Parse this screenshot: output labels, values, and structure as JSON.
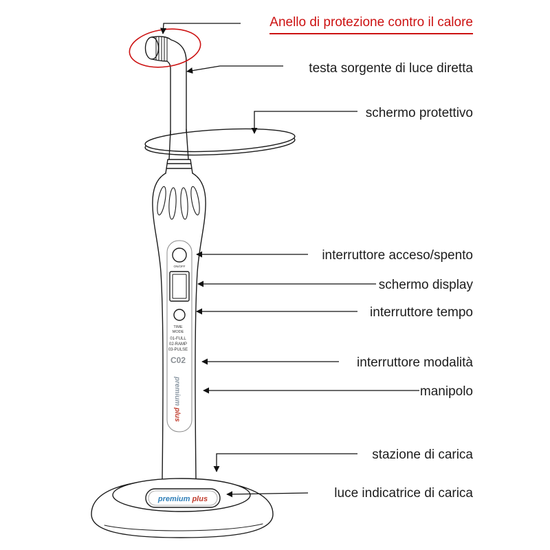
{
  "figure": {
    "title_note": "dental curing light parts diagram",
    "annotation_color": "#cc1111",
    "labels": [
      {
        "id": "heat-ring",
        "text": "Anello di protezione contro il calore"
      },
      {
        "id": "head",
        "text": "testa sorgente di luce diretta"
      },
      {
        "id": "shield",
        "text": "schermo protettivo"
      },
      {
        "id": "onoff",
        "text": "interruttore acceso/spento"
      },
      {
        "id": "display",
        "text": "schermo display"
      },
      {
        "id": "time",
        "text": "interruttore tempo"
      },
      {
        "id": "mode",
        "text": "interruttore modalità"
      },
      {
        "id": "handpiece",
        "text": "manipolo"
      },
      {
        "id": "station",
        "text": "stazione di carica"
      },
      {
        "id": "indicator",
        "text": "luce indicatrice di carica"
      }
    ]
  },
  "device": {
    "onoff_text": "ON/OFF",
    "panel_lines": {
      "l1": "TIME",
      "l2": "MODE",
      "l3": "01-FULL",
      "l4": "02-RAMP",
      "l5": "03-PULSE"
    },
    "mode_code": "C02",
    "brand_side_premium": "premium",
    "brand_side_plus": "plus",
    "base_premium": "premium",
    "base_plus": "plus"
  },
  "colors": {
    "annotation_red": "#cc1111",
    "line_art": "#1a1a1a",
    "brand_blue": "#2f7fb8",
    "brand_red": "#c03a2b"
  }
}
